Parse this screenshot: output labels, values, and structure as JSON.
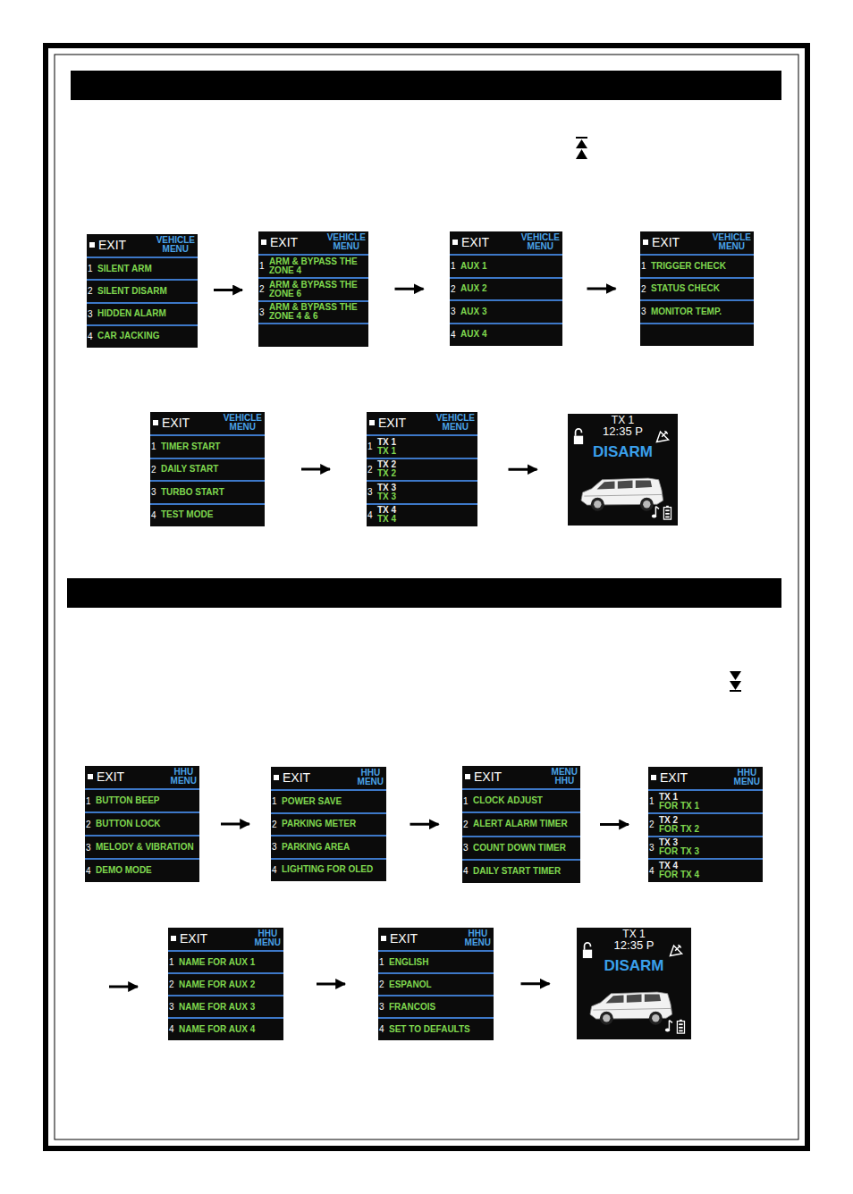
{
  "diagram": {
    "nodes": [
      {
        "text": [
          "EXIT",
          "VEHICLE MENU",
          "1",
          "SILENT ARM",
          "2",
          "SILENT DISARM",
          "3",
          "HIDDEN ALARM",
          "4",
          "CAR JACKING"
        ]
      },
      {
        "text": [
          "EXIT",
          "VEHICLE MENU",
          "1",
          "ARM & BYPASS THE ZONE 4",
          "2",
          "ARM & BYPASS THE ZONE 6",
          "3",
          "ARM & BYPASS THE ZONE 4 & 6"
        ]
      },
      {
        "text": [
          "EXIT",
          "VEHICLE MENU",
          "1",
          "AUX 1",
          "2",
          "AUX 2",
          "3",
          "AUX 3",
          "4",
          "AUX 4"
        ]
      },
      {
        "text": [
          "EXIT",
          "VEHICLE MENU",
          "1",
          "TRIGGER CHECK",
          "2",
          "STATUS CHECK",
          "3",
          "MONITOR TEMP."
        ]
      },
      {
        "text": [
          "EXIT",
          "VEHICLE MENU",
          "1",
          "TIMER START",
          "2",
          "DAILY START",
          "3",
          "TURBO START",
          "4",
          "TEST MODE"
        ]
      },
      {
        "text": [
          "EXIT",
          "VEHICLE MENU",
          "1",
          "TX 1",
          "TX 1",
          "2",
          "TX 2",
          "TX 2",
          "3",
          "TX 3",
          "TX 3",
          "4",
          "TX 4",
          "TX 4"
        ]
      },
      {
        "text": [
          "TX 1",
          "12:35 P",
          "DISARM"
        ]
      },
      {
        "text": [
          "EXIT",
          "HHU MENU",
          "1",
          "BUTTON BEEP",
          "2",
          "BUTTON LOCK",
          "3",
          "MELODY & VIBRATION",
          "4",
          "DEMO MODE"
        ]
      },
      {
        "text": [
          "EXIT",
          "HHU MENU",
          "1",
          "POWER SAVE",
          "2",
          "PARKING METER",
          "3",
          "PARKING AREA",
          "4",
          "LIGHTING FOR OLED"
        ]
      },
      {
        "text": [
          "EXIT",
          "MENU HHU",
          "1",
          "CLOCK ADJUST",
          "2",
          "ALERT ALARM TIMER",
          "3",
          "COUNT DOWN TIMER",
          "4",
          "DAILY START TIMER"
        ]
      },
      {
        "text": [
          "EXIT",
          "HHU MENU",
          "1",
          "TX 1",
          "FOR TX 1",
          "2",
          "TX 2",
          "FOR TX 2",
          "3",
          "TX 3",
          "FOR TX 3",
          "4",
          "TX 4",
          "FOR TX 4"
        ]
      },
      {
        "text": [
          "EXIT",
          "HHU MENU",
          "1",
          "NAME FOR AUX 1",
          "2",
          "NAME FOR AUX 2",
          "3",
          "NAME FOR AUX 3",
          "4",
          "NAME FOR AUX 4"
        ]
      },
      {
        "text": [
          "EXIT",
          "HHU MENU",
          "1",
          "ENGLISH",
          "2",
          "ESPANOL",
          "3",
          "FRANCOIS",
          "4",
          "SET TO DEFAULTS"
        ]
      },
      {
        "text": [
          "TX 1",
          "12:35 P",
          "DISARM"
        ]
      }
    ],
    "edges": [
      {
        "from": 0,
        "to": 1,
        "arrow": "to"
      },
      {
        "from": 1,
        "to": 2,
        "arrow": "to"
      },
      {
        "from": 2,
        "to": 3,
        "arrow": "to"
      },
      {
        "from": 4,
        "to": 5,
        "arrow": "to"
      },
      {
        "from": 5,
        "to": 6,
        "arrow": "to"
      },
      {
        "from": 7,
        "to": 8,
        "arrow": "to"
      },
      {
        "from": 8,
        "to": 9,
        "arrow": "to"
      },
      {
        "from": 9,
        "to": 10,
        "arrow": "to"
      },
      {
        "from": 11,
        "to": 12,
        "arrow": "to"
      },
      {
        "from": 12,
        "to": 13,
        "arrow": "to"
      }
    ]
  }
}
